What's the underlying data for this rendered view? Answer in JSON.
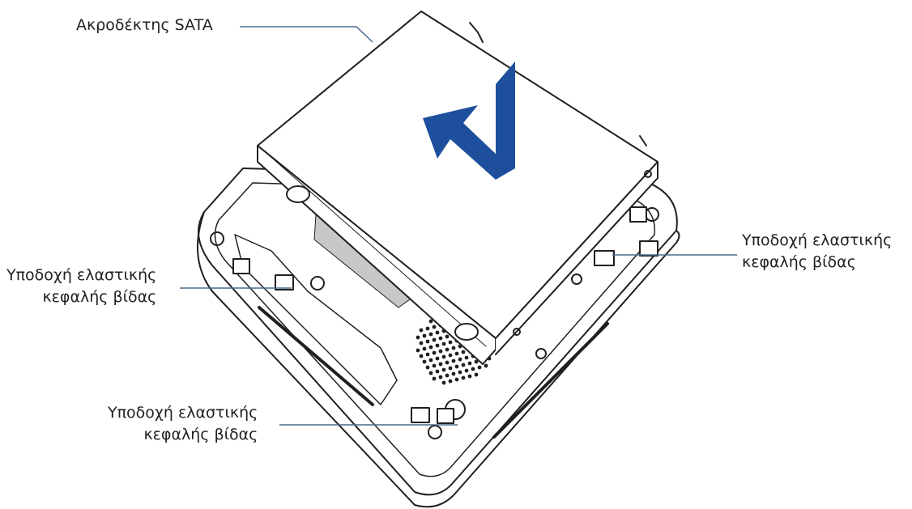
{
  "callouts": {
    "sata_connector": "Ακροδέκτης SATA",
    "left_socket": {
      "line1": "Υποδοχή ελαστικής",
      "line2": "κεφαλής βίδας"
    },
    "bottom_socket": {
      "line1": "Υποδοχή ελαστικής",
      "line2": "κεφαλής βίδας"
    },
    "right_socket": {
      "line1": "Υποδοχή ελαστικής",
      "line2": "κεφαλής βίδας"
    }
  },
  "colors": {
    "outline": "#231f20",
    "callout_line": "#4a6a8a",
    "arrow": "#1d4f9c",
    "grey_fill": "#e6e7e8",
    "dark_grey_fill": "#c7c8ca"
  },
  "icons": {
    "insert_arrow": "insert-direction-arrow"
  }
}
